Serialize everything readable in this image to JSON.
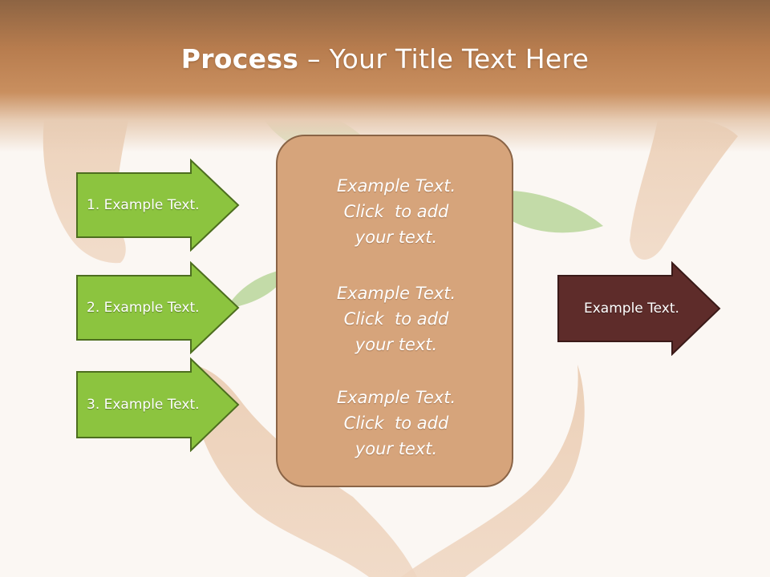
{
  "slide": {
    "title_bold": "Process",
    "title_rest": " – Your Title Text Here"
  },
  "colors": {
    "header": "#b77c4e",
    "arrow_green": "#8cc43f",
    "arrow_green_border": "#4d6e1f",
    "box_fill": "#d6a47b",
    "box_border": "#8a6446",
    "arrow_output": "#5e2c2a"
  },
  "inputs": [
    {
      "label": "1. Example Text."
    },
    {
      "label": "2. Example Text."
    },
    {
      "label": "3. Example Text."
    }
  ],
  "center": {
    "blocks": [
      {
        "lines": [
          "Example Text.",
          "Click  to add",
          "your text."
        ]
      },
      {
        "lines": [
          "Example Text.",
          "Click  to add",
          "your text."
        ]
      },
      {
        "lines": [
          "Example Text.",
          "Click  to add",
          "your text."
        ]
      }
    ]
  },
  "output": {
    "label": "Example Text."
  }
}
